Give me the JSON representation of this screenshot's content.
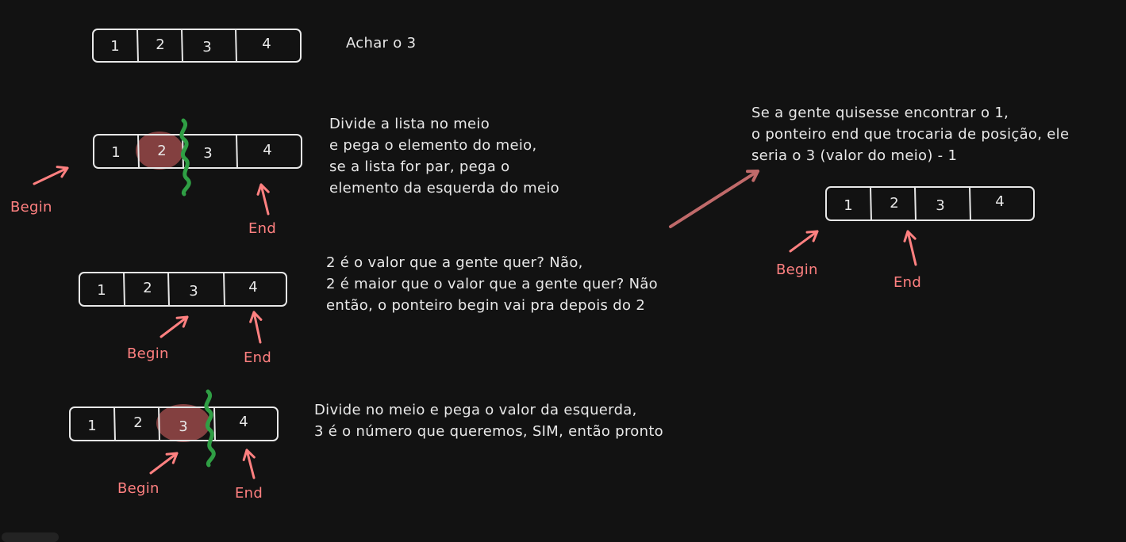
{
  "colors": {
    "background": "#121212",
    "stroke": "#e8e8e8",
    "pointer": "#ff8080",
    "highlight": "#e06666",
    "divider": "#2f9e44",
    "connector": "#c06a6a"
  },
  "arrays": [
    {
      "id": "a1",
      "values": [
        "1",
        "2",
        "3",
        "4"
      ]
    },
    {
      "id": "a2",
      "values": [
        "1",
        "2",
        "3",
        "4"
      ],
      "highlight": 1,
      "split": true
    },
    {
      "id": "a3",
      "values": [
        "1",
        "2",
        "3",
        "4"
      ]
    },
    {
      "id": "a4",
      "values": [
        "1",
        "2",
        "3",
        "4"
      ],
      "highlight": 2,
      "split": true
    },
    {
      "id": "a5",
      "values": [
        "1",
        "2",
        "3",
        "4"
      ]
    }
  ],
  "notes": {
    "goal": "Achar o 3",
    "step1": [
      "Divide a lista no meio",
      "e pega o elemento do meio,",
      "se a lista for par, pega o",
      "elemento da esquerda do meio"
    ],
    "step2": [
      "2 é o valor que a gente quer? Não,",
      "2 é maior que o valor que a gente quer? Não",
      "então, o ponteiro begin vai pra depois do 2"
    ],
    "step3": [
      "Divide no meio e pega o valor da esquerda,",
      "3 é o número que queremos, SIM, então pronto"
    ],
    "side": [
      "Se a gente quisesse encontrar o 1,",
      "o ponteiro end que trocaria de posição, ele",
      "seria o 3 (valor do meio) - 1"
    ]
  },
  "pointers": {
    "begin": "Begin",
    "end": "End"
  }
}
